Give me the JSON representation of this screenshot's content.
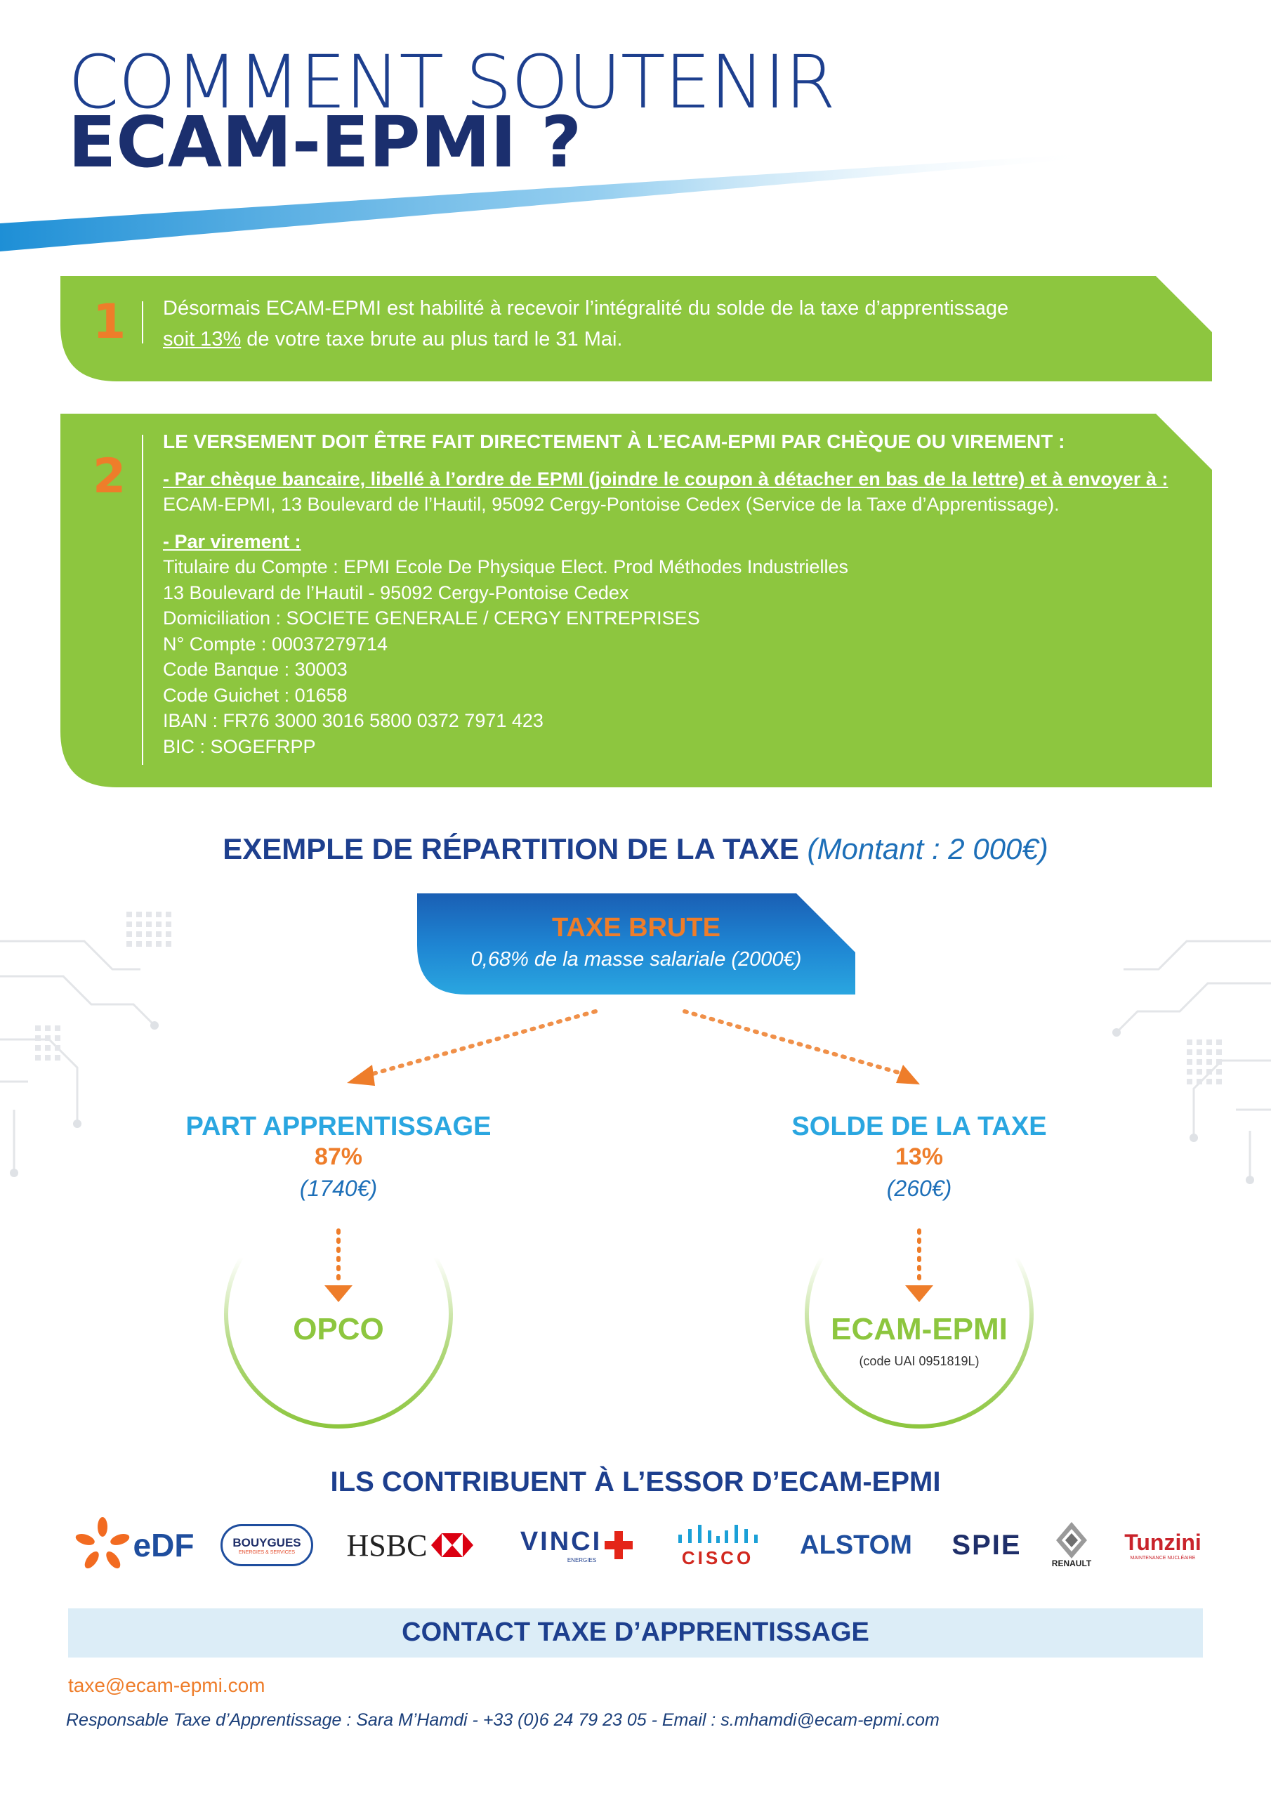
{
  "header": {
    "title_line1": "COMMENT SOUTENIR",
    "title_line2": "ECAM-EPMI ?"
  },
  "colors": {
    "green": "#8dc63f",
    "orange": "#ee7d2a",
    "navy": "#1d3f8e",
    "cyan": "#2aa6e0"
  },
  "point1": {
    "number": "1",
    "line1": "Désormais ECAM-EPMI est habilité à recevoir l’intégralité du solde de la taxe d’apprentissage",
    "line2_underlined": "soit 13%",
    "line2_rest": " de votre taxe brute au plus tard le 31 Mai."
  },
  "point2": {
    "number": "2",
    "heading": "LE VERSEMENT DOIT ÊTRE FAIT DIRECTEMENT À L’ECAM-EPMI PAR CHÈQUE OU VIREMENT :",
    "cheque_label": "- Par chèque bancaire, libellé à l’ordre de EPMI (joindre le coupon à détacher en bas de la lettre) et à envoyer à :",
    "cheque_address": "ECAM-EPMI, 13 Boulevard de l’Hautil, 95092 Cergy-Pontoise Cedex (Service de la Taxe d’Apprentissage).",
    "virement_label": "- Par virement :",
    "lines": [
      "Titulaire du Compte : EPMI Ecole De Physique Elect. Prod Méthodes Industrielles",
      "13 Boulevard de l’Hautil - 95092 Cergy-Pontoise Cedex",
      "Domiciliation : SOCIETE GENERALE / CERGY ENTREPRISES",
      "N° Compte : 00037279714",
      "Code Banque : 30003",
      "Code Guichet : 01658",
      "IBAN : FR76 3000 3016 5800 0372 7971 423",
      "BIC : SOGEFRPP"
    ]
  },
  "example": {
    "heading": "EXEMPLE DE RÉPARTITION DE LA TAXE",
    "amount_note": "(Montant : 2 000€)",
    "taxe_brute": {
      "title": "TAXE BRUTE",
      "subtitle": "0,68% de la masse salariale (2000€)"
    },
    "left": {
      "label": "PART APPRENTISSAGE",
      "percent": "87%",
      "amount": "(1740€)",
      "destination": "OPCO"
    },
    "right": {
      "label": "SOLDE DE LA TAXE",
      "percent": "13%",
      "amount": "(260€)",
      "destination": "ECAM-EPMI",
      "code": "(code UAI 0951819L)"
    }
  },
  "contributors": {
    "heading": "ILS CONTRIBUENT À L’ESSOR D’ECAM-EPMI",
    "logos": {
      "edf": "eDF",
      "bouygues": "BOUYGUES",
      "bouygues_sub": "ENERGIES & SERVICES",
      "hsbc": "HSBC",
      "vinci": "VINCI",
      "vinci_sub": "ENERGIES",
      "cisco": "CISCO",
      "alstom": "ALSTOM",
      "spie": "SPIE",
      "renault": "RENAULT",
      "tunzini": "Tunzini",
      "tunzini_sub": "MAINTENANCE NUCLÉAIRE"
    }
  },
  "contact": {
    "title": "CONTACT TAXE D’APPRENTISSAGE",
    "email": "taxe@ecam-epmi.com",
    "responsable": "Responsable Taxe d’Apprentissage : Sara M’Hamdi - +33 (0)6 24 79 23 05 - Email : s.mhamdi@ecam-epmi.com"
  }
}
